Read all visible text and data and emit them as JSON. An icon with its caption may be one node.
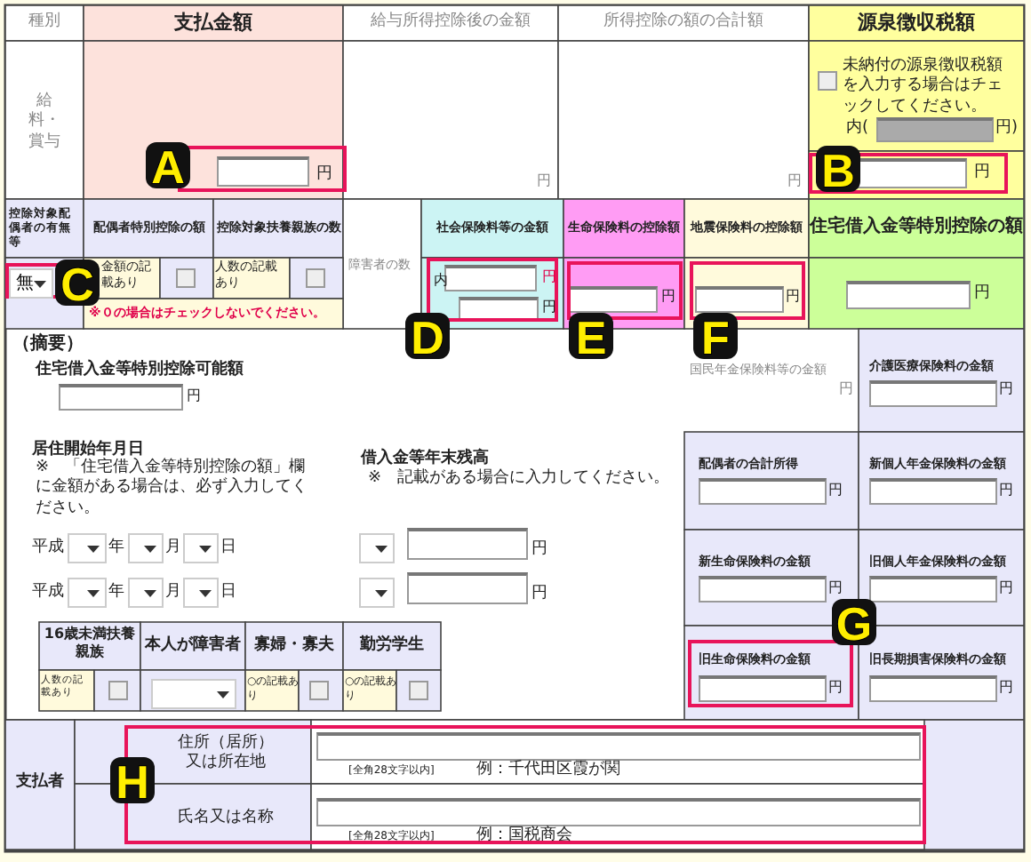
{
  "diagram": {
    "labels": [
      "種別",
      "支払金額",
      "給与所得控除後の金額",
      "所得控除の額の合計額",
      "源泉徴収税額",
      "給料・賞与",
      "円",
      "円",
      "円",
      "未納付の源泉徴収税額を入力する場合はチェックしてください。",
      "内(",
      "円)",
      "円",
      "控除対象配偶者の有無等",
      "配偶者特別控除の額",
      "控除対象扶養親族の数",
      "障害者の数",
      "社会保険料等の金額",
      "生命保険料の控除額",
      "地震保険料の控除額",
      "住宅借入金等特別控除の額",
      "無",
      "金額の記載あり",
      "人数の記載あり",
      "※０の場合はチェックしないでください。",
      "内",
      "円",
      "円",
      "円",
      "円",
      "円",
      "（摘要）",
      "住宅借入金等特別控除可能額",
      "円",
      "国民年金保険料等の金額",
      "円",
      "介護医療保険料の金額",
      "円",
      "居住開始年月日",
      "※　「住宅借入金等特別控除の額」欄に金額がある場合は、必ず入力してください。",
      "借入金等年末残高",
      "※　記載がある場合に入力してください。",
      "配偶者の合計所得",
      "円",
      "新個人年金保険料の金額",
      "円",
      "平成",
      "年",
      "月",
      "日",
      "円",
      "新生命保険料の金額",
      "旧個人年金保険料の金額",
      "平成",
      "年",
      "月",
      "日",
      "円",
      "円",
      "円",
      "16歳未満扶養親族",
      "本人が障害者",
      "寡婦・寡夫",
      "勤労学生",
      "人数の記載あり",
      "○の記載あり",
      "○の記載あり",
      "旧生命保険料の金額",
      "円",
      "旧長期損害保険料の金額",
      "円",
      "支払者",
      "住所（居所）又は所在地",
      "[全角28文字以内]",
      "例：千代田区霞が関",
      "氏名又は名称",
      "[全角28文字以内]",
      "例：国税商会",
      "A",
      "B",
      "C",
      "D",
      "E",
      "F",
      "G",
      "H"
    ]
  }
}
